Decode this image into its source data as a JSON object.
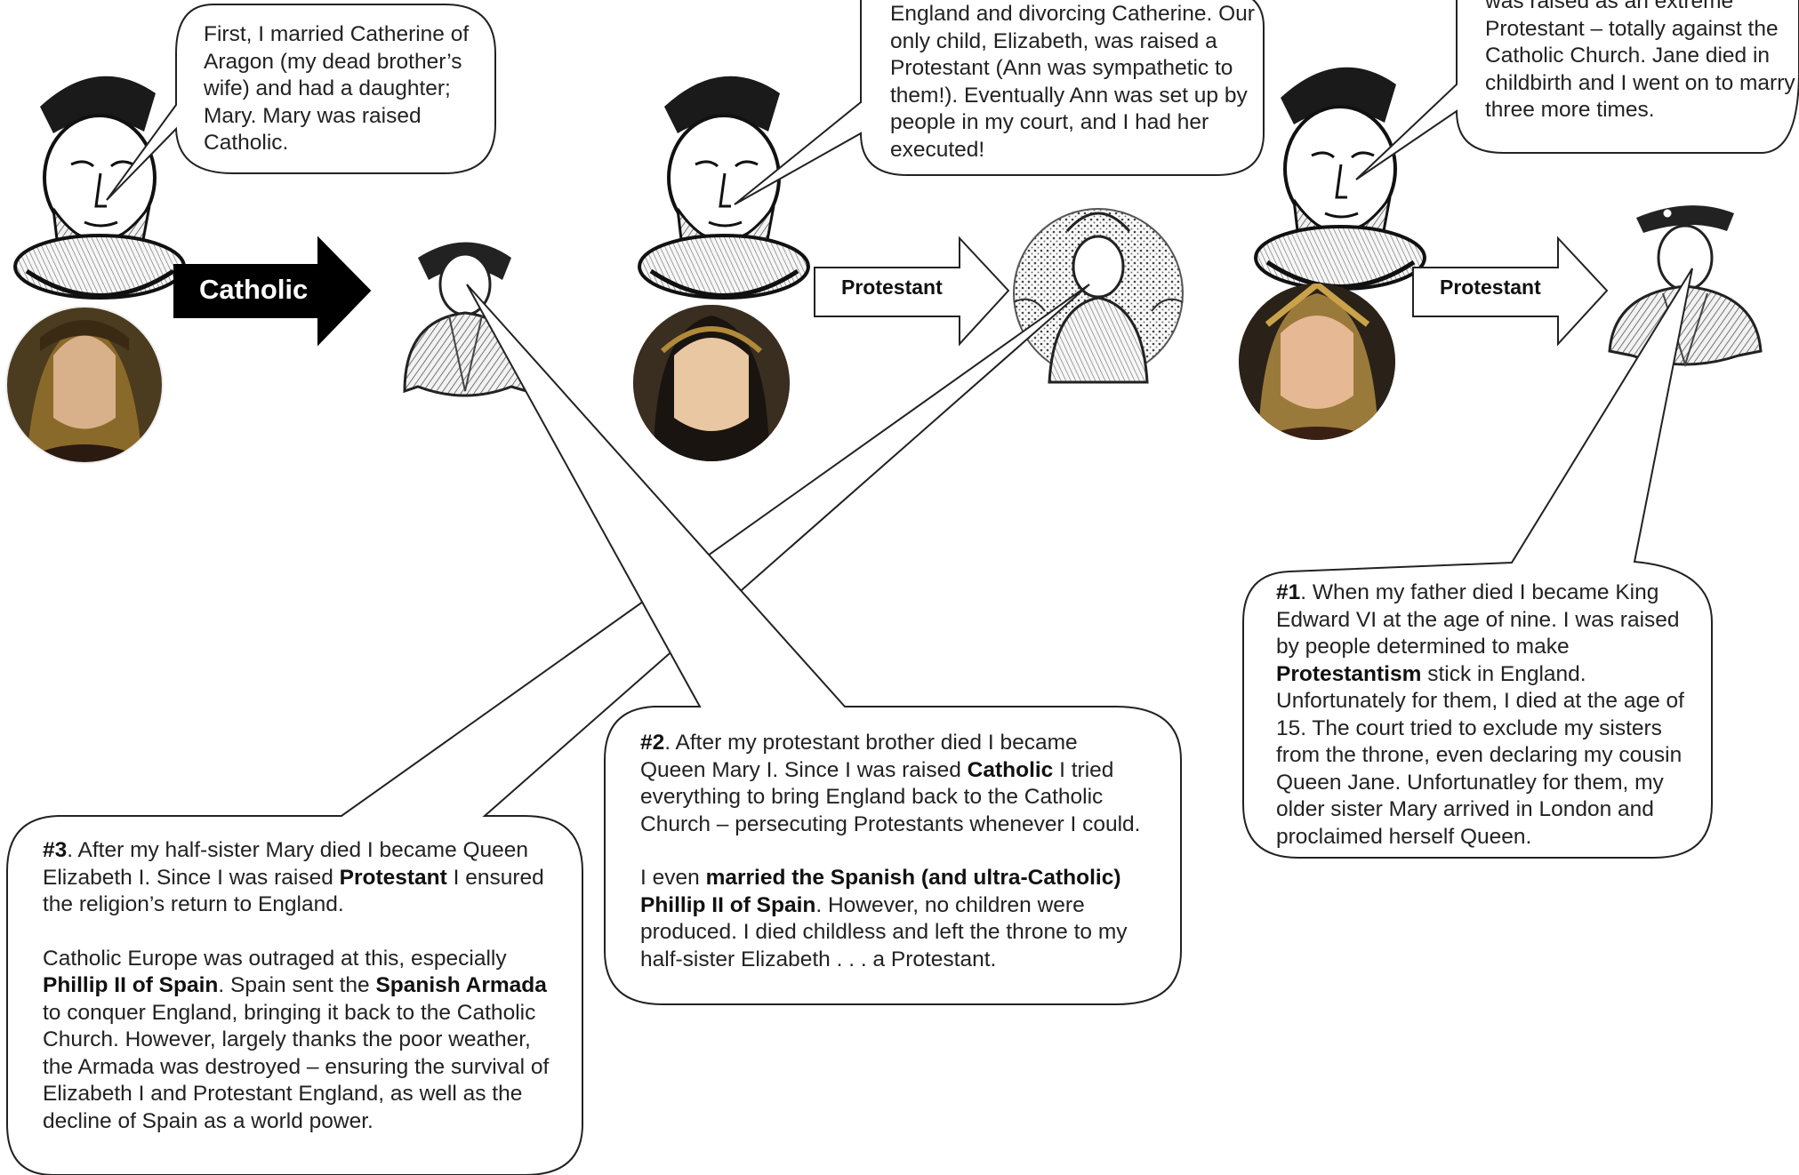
{
  "colors": {
    "line": "#222222",
    "text": "#222222",
    "catholic_arrow": "#000000",
    "arrow_label_light": "#ffffff"
  },
  "illustrations": {
    "king_1": "king-henry-viii-engraving",
    "king_2": "king-henry-viii-engraving",
    "king_3": "king-henry-viii-engraving",
    "queen_1": "catherine-of-aragon-portrait",
    "queen_2": "anne-boleyn-portrait",
    "queen_3": "jane-seymour-portrait",
    "child_1": "mary-engraving",
    "child_2": "elizabeth-engraving",
    "child_3": "edward-engraving"
  },
  "arrows": {
    "catholic": "Catholic",
    "protestant_1": "Protestant",
    "protestant_2": "Protestant"
  },
  "henry_bubbles": {
    "first": [
      "First, I married Catherine of",
      "Aragon (my dead brother’s",
      "wife) and had a daughter;",
      "Mary. Mary was raised",
      "Catholic."
    ],
    "second": [
      "England and divorcing Catherine. Our",
      "only child, Elizabeth, was raised a",
      "Protestant (Ann was sympathetic to",
      "them!). Eventually Ann was set up by",
      "people in my court, and I had her",
      "executed!"
    ],
    "third": [
      "was raised as an extreme",
      "Protestant – totally against the",
      "Catholic Church. Jane died in",
      "childbirth and I went on to marry",
      "three more times."
    ]
  },
  "child_bubbles": {
    "edward": {
      "number": "#1",
      "text_1": ". When my father died I became King Edward VI at the age of nine. I was raised by people determined to make ",
      "bold_1": "Protestantism",
      "text_2": " stick in England. Unfortunately for them, I died at the age of 15. The court tried to exclude my sisters from the throne, even declaring my cousin Queen Jane. Unfortunatley for them, my older sister Mary arrived in London and proclaimed herself Queen."
    },
    "mary": {
      "number": "#2",
      "text_1": ". After my protestant brother died I became Queen Mary I. Since I was raised ",
      "bold_1": "Catholic",
      "text_2": " I tried everything to bring England back to the Catholic Church – persecuting Protestants whenever I could.",
      "text_3": "I even ",
      "bold_2": "married the Spanish (and ultra-Catholic) Phillip II of Spain",
      "text_4": ". However, no children were produced. I died childless and left the throne to my half-sister Elizabeth . . . a Protestant."
    },
    "elizabeth": {
      "number": "#3",
      "text_1": ". After my half-sister Mary died I became Queen Elizabeth I. Since I was raised ",
      "bold_1": "Protestant",
      "text_2": " I ensured the religion’s return to England.",
      "text_3": "Catholic Europe was outraged at this, especially ",
      "bold_2": "Phillip II of Spain",
      "text_4": ". Spain sent the ",
      "bold_3": "Spanish Armada",
      "text_5": " to conquer England, bringing it back to the Catholic Church. However, largely thanks the poor weather, the Armada was destroyed – ensuring the survival of Elizabeth I and Protestant England, as well as the decline of Spain as a world power."
    }
  }
}
